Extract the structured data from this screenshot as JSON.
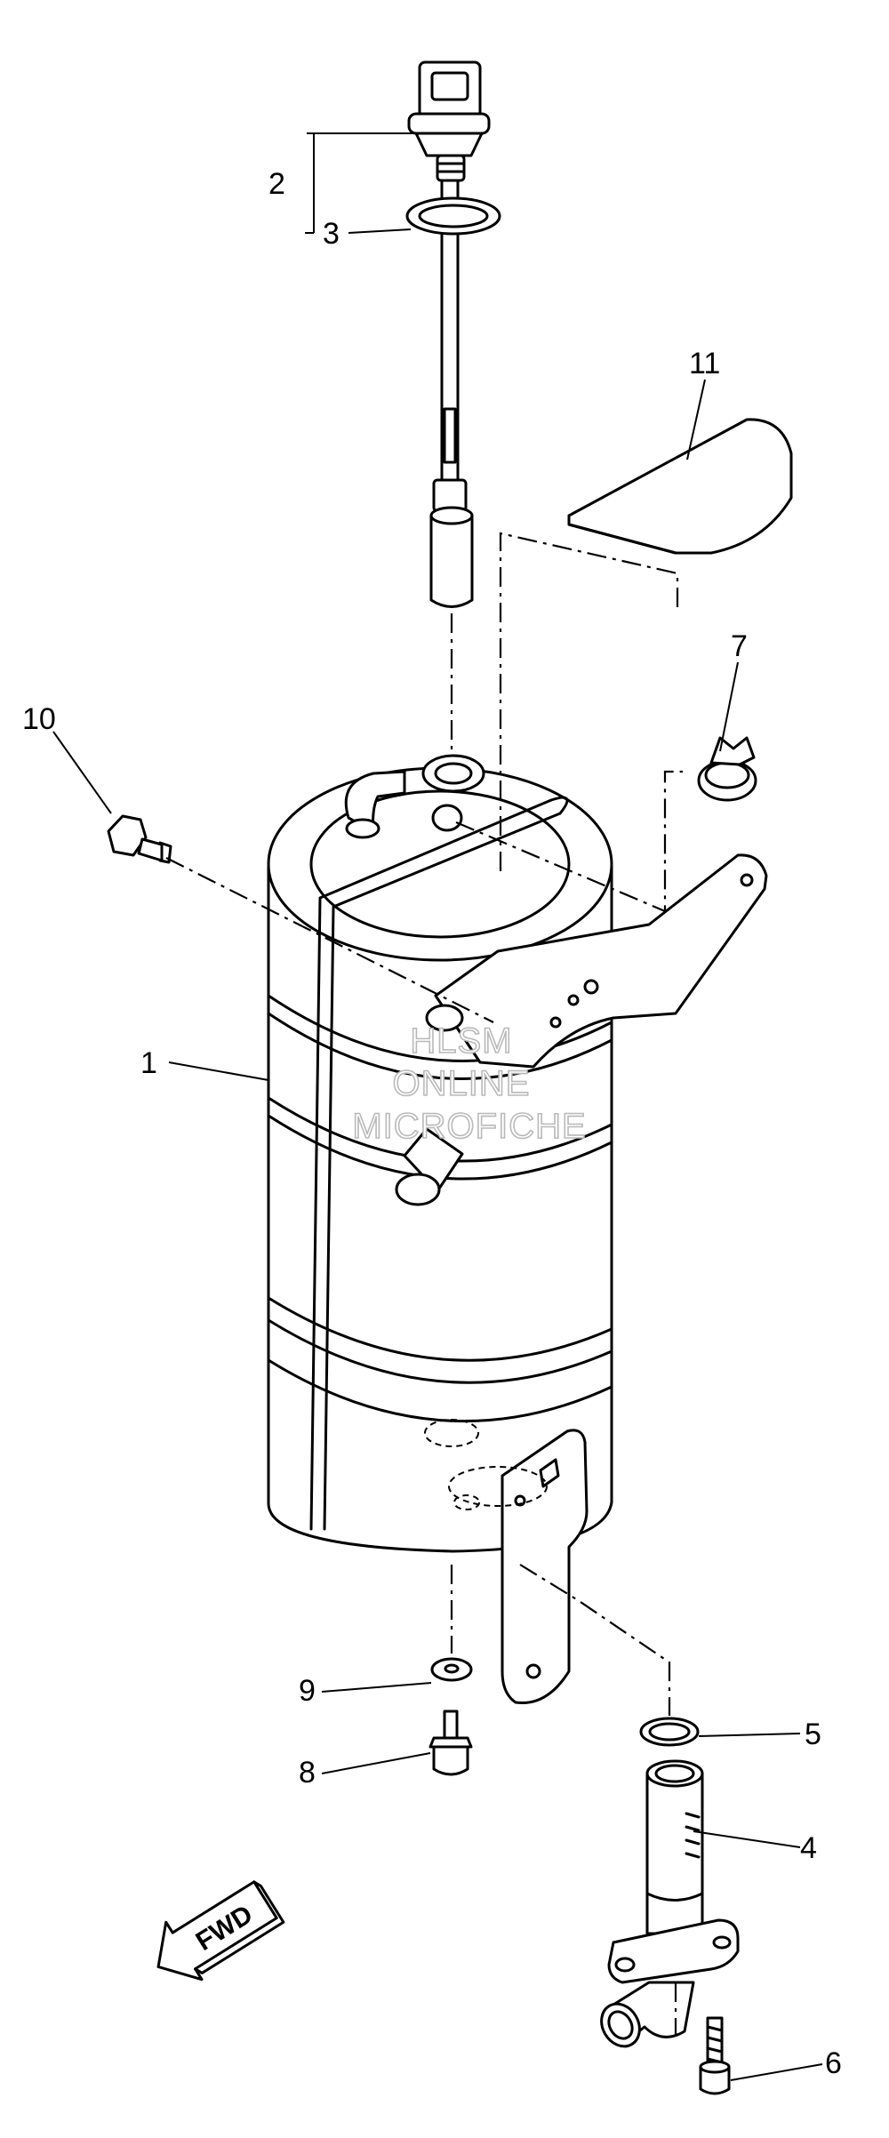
{
  "callouts": {
    "c1": "1",
    "c2": "2",
    "c3": "3",
    "c4": "4",
    "c5": "5",
    "c6": "6",
    "c7": "7",
    "c8": "8",
    "c9": "9",
    "c10": "10",
    "c11": "11"
  },
  "watermark": {
    "line1": "HLSM",
    "line2": "ONLINE",
    "line3": "MICROFICHE"
  },
  "direction_arrow": {
    "label": "FWD"
  }
}
